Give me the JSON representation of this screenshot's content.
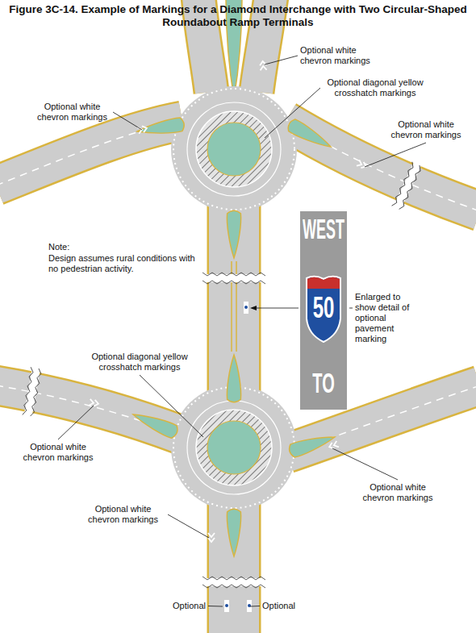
{
  "diagram": {
    "title": "Figure 3C-14.  Example of Markings for a Diamond Interchange with Two Circular-Shaped Roundabout Ramp Terminals",
    "labels": [
      "Optional white chevron markings",
      "Optional white chevron markings",
      "Optional diagonal yellow crosshatch markings",
      "Optional white chevron markings",
      "Note:",
      "Design assumes rural conditions with no pedestrian activity.",
      "WEST",
      "50",
      "Enlarged to show detail of optional pavement marking",
      "TO",
      "Optional diagonal yellow crosshatch markings",
      "Optional white chevron markings",
      "Optional white chevron markings",
      "Optional white chevron markings",
      "Optional",
      "Optional"
    ]
  }
}
